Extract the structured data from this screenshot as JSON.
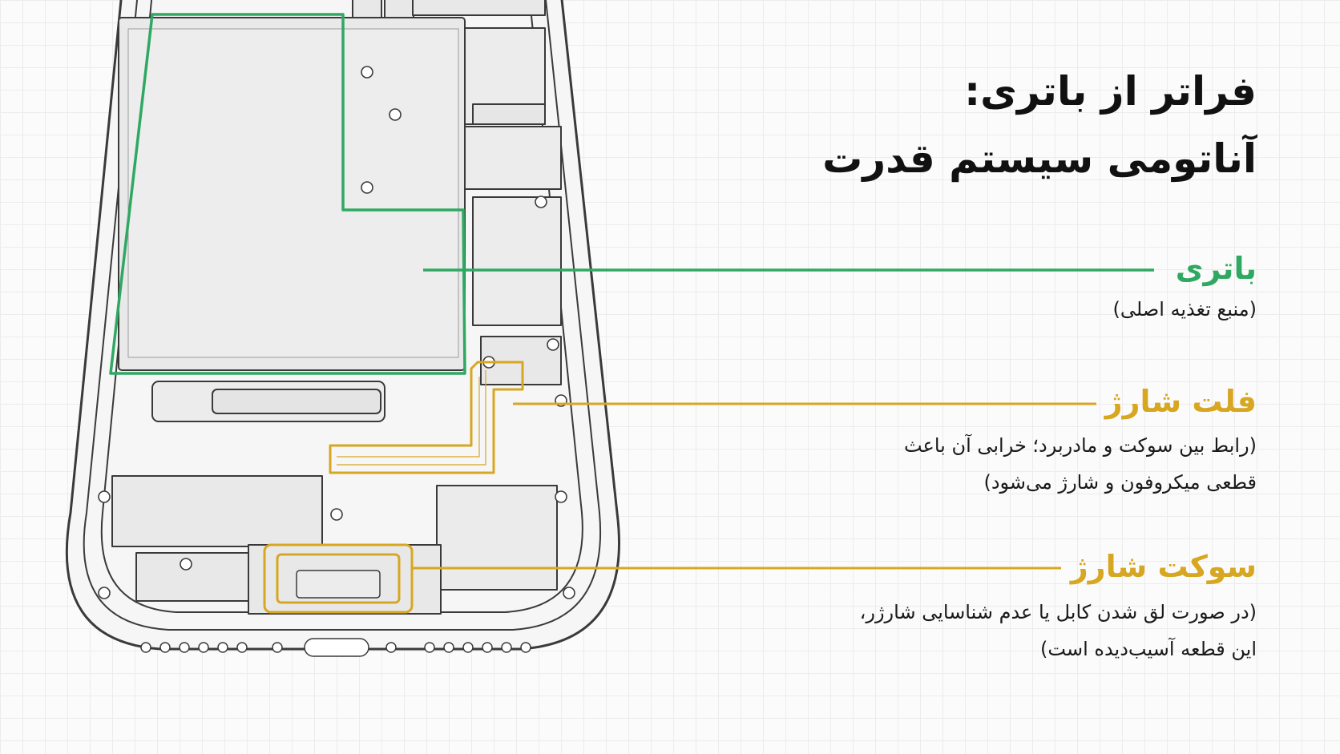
{
  "title": {
    "line1": "فراتر از باتری:",
    "line2": "آناتومی سیستم قدرت"
  },
  "callouts": {
    "battery": {
      "label": "باتری",
      "desc": "(منبع تغذیه اصلی)"
    },
    "flex": {
      "label": "فلت شارژ",
      "desc_line1": "(رابط بین سوکت و مادربرد؛ خرابی آن باعث",
      "desc_line2": "قطعی میکروفون و شارژ می‌شود)"
    },
    "socket": {
      "label": "سوکت شارژ",
      "desc_line1": "(در صورت لق شدن کابل یا عدم شناسایی شارژر،",
      "desc_line2": "این قطعه آسیب‌دیده است)"
    }
  },
  "colors": {
    "battery": "#2fa862",
    "flex": "#d7a722",
    "socket": "#d7a722",
    "outline": "#3a3a3a"
  },
  "icons": [
    "phone-outline-illustration",
    "screw-icon",
    "speaker-grille-icon"
  ]
}
